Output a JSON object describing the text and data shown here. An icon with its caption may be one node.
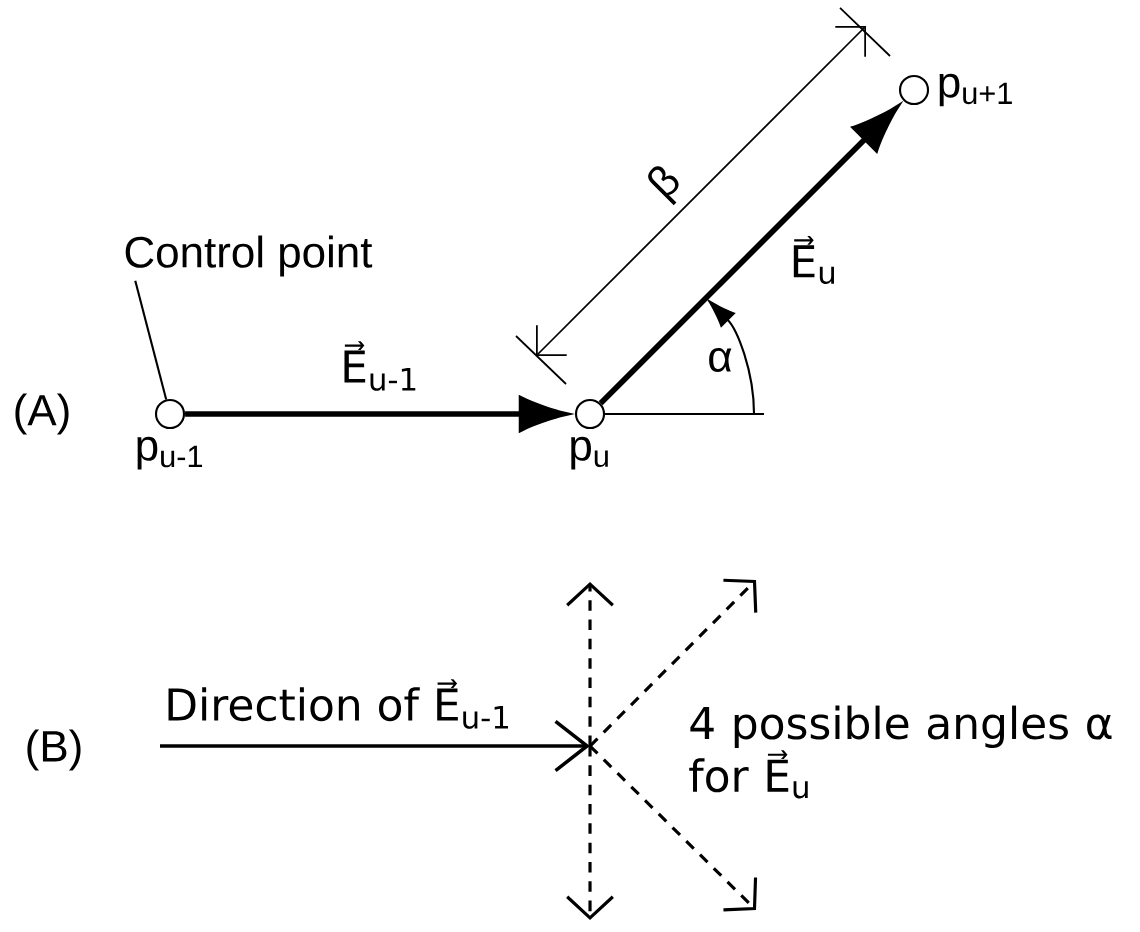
{
  "diagram": {
    "nodes": [
      {
        "text": [
          "p$_{u-1}$"
        ]
      },
      {
        "text": [
          "p$_{u}$"
        ]
      },
      {
        "text": [
          "p$_{u+1}$"
        ]
      },
      {
        "text": [
          "Control point"
        ]
      }
    ],
    "edges": [
      {
        "from": 0,
        "to": 1,
        "arrow": "to",
        "label": "E⃗$_{u-1}$"
      },
      {
        "from": 1,
        "to": 2,
        "arrow": "to",
        "label": "E⃗$_{u}$"
      },
      {
        "from": 3,
        "to": 0,
        "arrow": "none"
      }
    ],
    "labels": [
      "(A)",
      "β",
      "α",
      "(B)",
      "Direction of E⃗$_{u-1}$",
      "4 possible angles α for E⃗$_{u}$"
    ]
  }
}
